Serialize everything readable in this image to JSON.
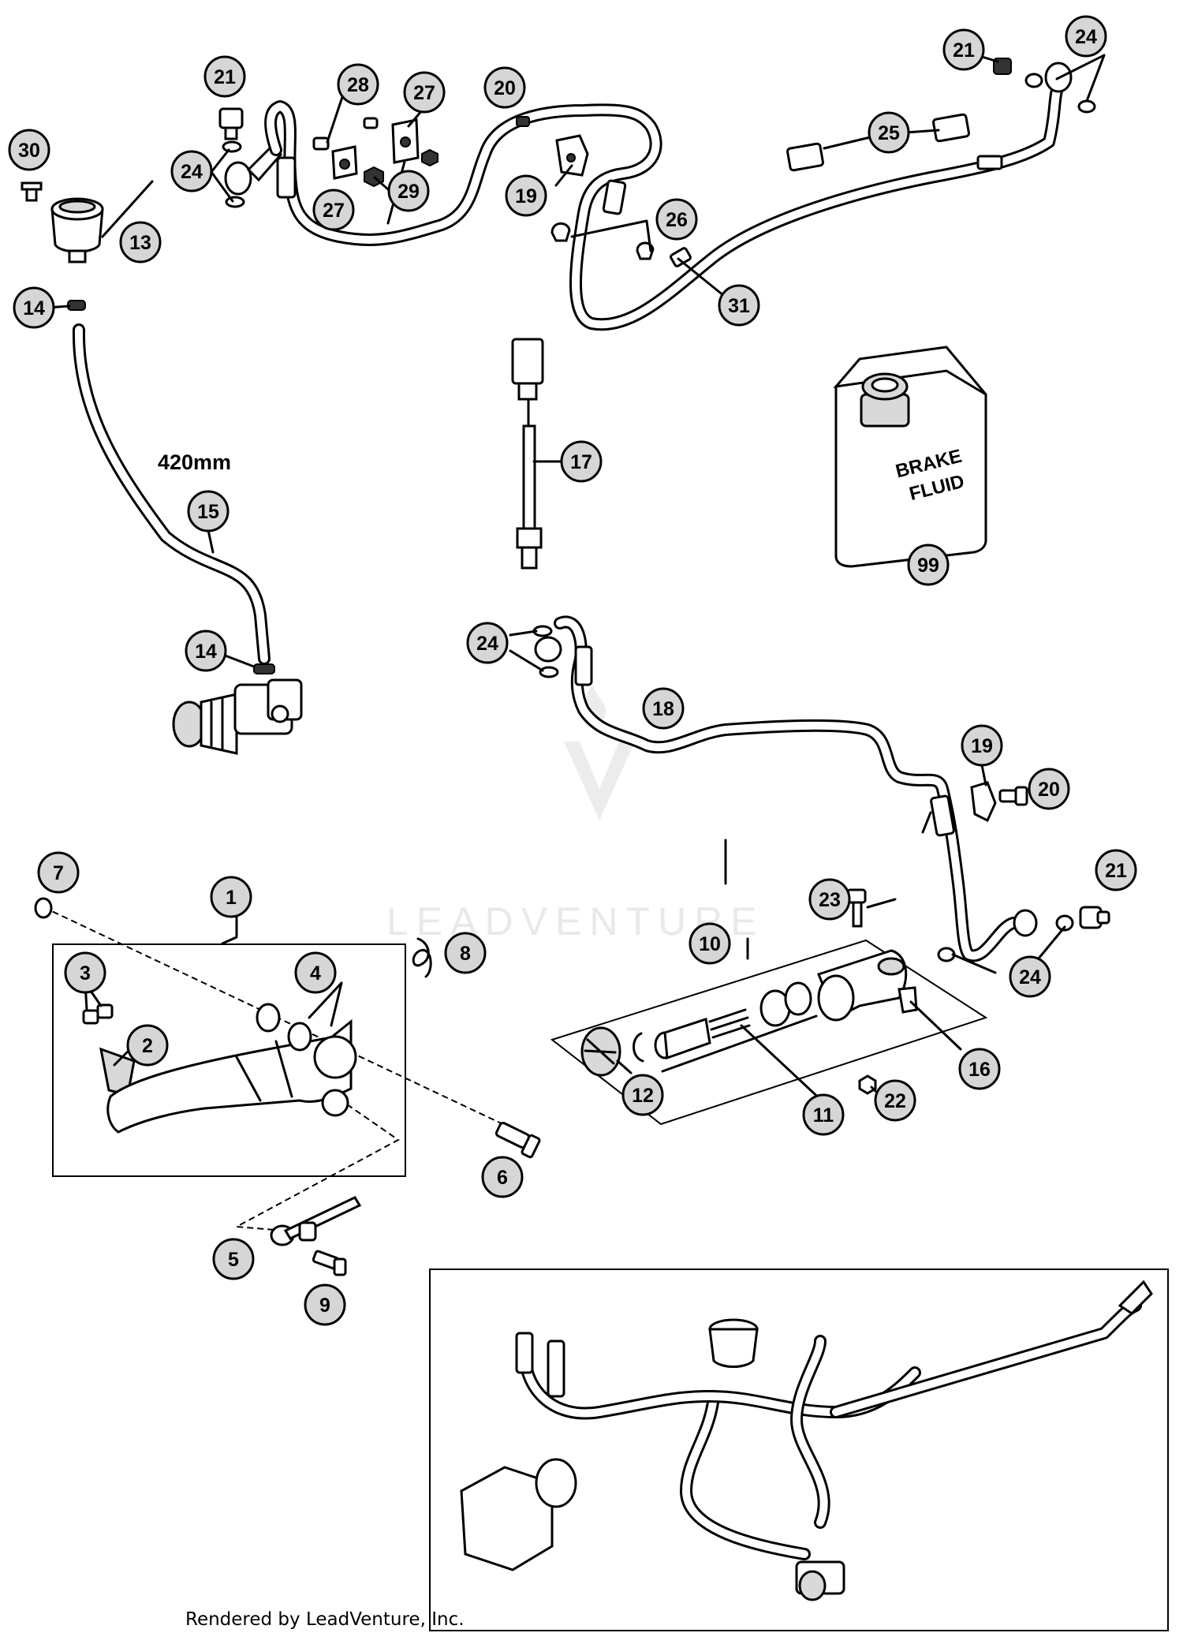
{
  "diagram": {
    "callouts": {
      "c1": "1",
      "c2": "2",
      "c3": "3",
      "c4": "4",
      "c5": "5",
      "c6": "6",
      "c7": "7",
      "c8": "8",
      "c9": "9",
      "c10": "10",
      "c11": "11",
      "c12": "12",
      "c13": "13",
      "c14a": "14",
      "c14b": "14",
      "c15": "15",
      "c16": "16",
      "c17": "17",
      "c18": "18",
      "c19a": "19",
      "c19b": "19",
      "c20a": "20",
      "c20b": "20",
      "c21a": "21",
      "c21b": "21",
      "c21c": "21",
      "c22": "22",
      "c23": "23",
      "c24a": "24",
      "c24b": "24",
      "c24c": "24",
      "c24d": "24",
      "c25": "25",
      "c26": "26",
      "c27a": "27",
      "c27b": "27",
      "c28": "28",
      "c29": "29",
      "c30": "30",
      "c31": "31",
      "c99": "99"
    },
    "hose_length_label": "420mm",
    "brake_fluid_label": [
      "BRAKE",
      "FLUID"
    ],
    "watermark_text": "LEADVENTURE",
    "credit_text": "Rendered by LeadVenture, Inc."
  }
}
